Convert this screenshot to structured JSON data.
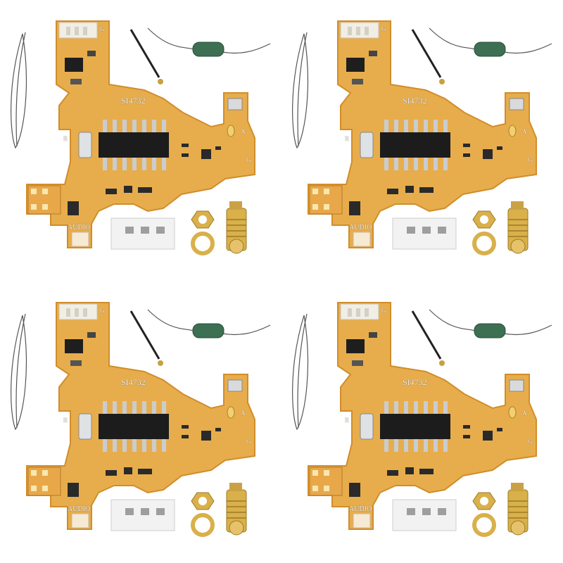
{
  "image": {
    "layout": "2x2 grid of identical product photos",
    "background_color": "#ffffff",
    "pcb_color": "#e7ad4c",
    "pcb_edge_color": "#d18d2a",
    "chip_color": "#1c1c1c",
    "gold_color": "#d9b04a"
  },
  "panels": [
    {
      "chip_label": "SI4732",
      "label_g_top": "G",
      "label_r": "R",
      "label_a": "A",
      "label_g_right": "G",
      "label_audio": "AUDIO"
    },
    {
      "chip_label": "SI4732",
      "label_g_top": "G",
      "label_r": "R",
      "label_a": "A",
      "label_g_right": "G",
      "label_audio": "AUDIO"
    },
    {
      "chip_label": "SI4732",
      "label_g_top": "G",
      "label_r": "R",
      "label_a": "A",
      "label_g_right": "G",
      "label_audio": "AUDIO"
    },
    {
      "chip_label": "SI4732",
      "label_g_top": "G",
      "label_r": "R",
      "label_a": "A",
      "label_g_right": "G",
      "label_audio": "AUDIO"
    }
  ]
}
